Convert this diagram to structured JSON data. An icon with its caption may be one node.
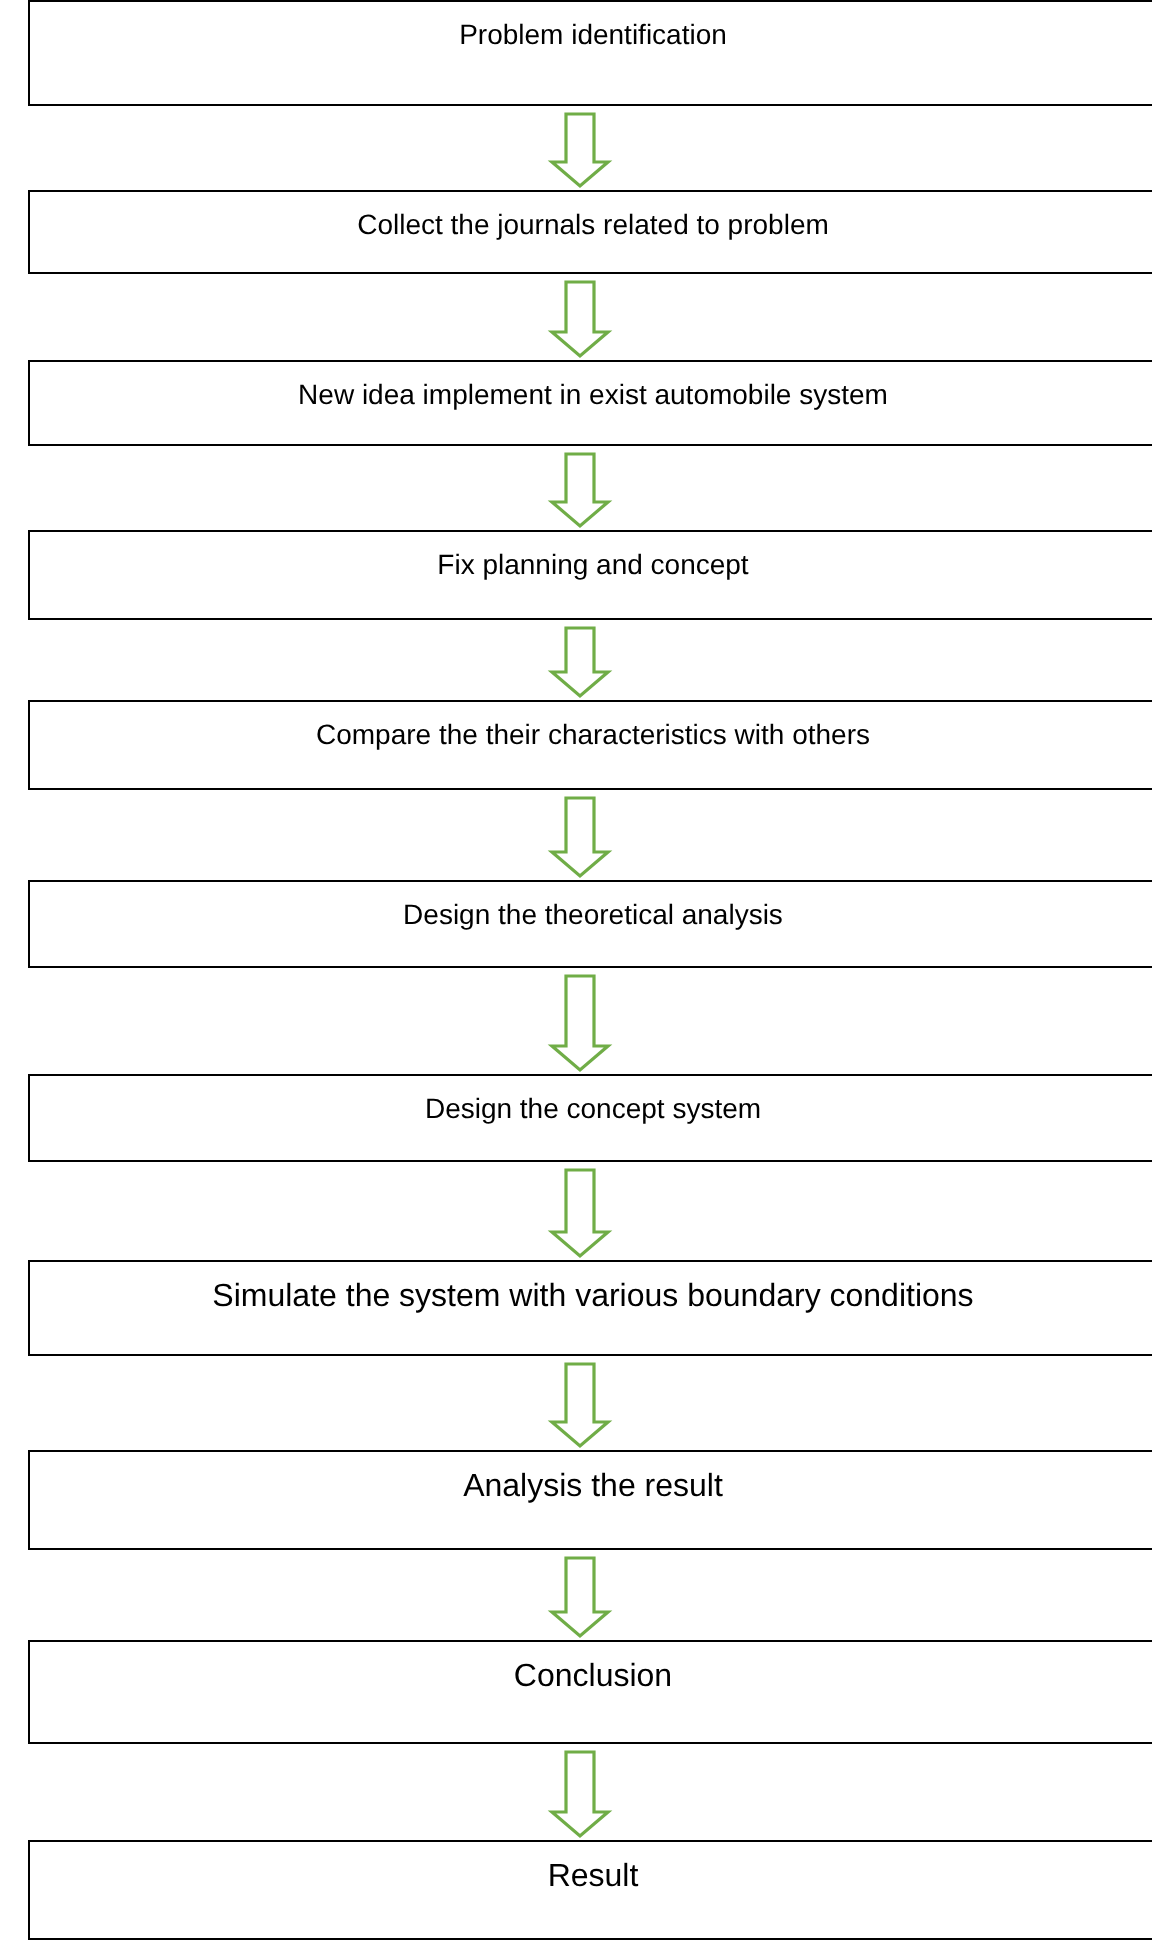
{
  "diagram": {
    "nodes": [
      {
        "text": [
          "Problem identification"
        ]
      },
      {
        "text": [
          "Collect the journals related to problem"
        ]
      },
      {
        "text": [
          "New idea implement in exist automobile system"
        ]
      },
      {
        "text": [
          "Fix planning and concept"
        ]
      },
      {
        "text": [
          "Compare the their characteristics with others"
        ]
      },
      {
        "text": [
          "Design the theoretical analysis"
        ]
      },
      {
        "text": [
          "Design the concept system"
        ]
      },
      {
        "text": [
          "Simulate the system with various boundary conditions"
        ]
      },
      {
        "text": [
          "Analysis the result"
        ]
      },
      {
        "text": [
          "Conclusion"
        ]
      },
      {
        "text": [
          "Result"
        ]
      }
    ],
    "edges": [
      {
        "from": 0,
        "to": 1,
        "arrow": "to"
      },
      {
        "from": 1,
        "to": 2,
        "arrow": "to"
      },
      {
        "from": 2,
        "to": 3,
        "arrow": "to"
      },
      {
        "from": 3,
        "to": 4,
        "arrow": "to"
      },
      {
        "from": 4,
        "to": 5,
        "arrow": "to"
      },
      {
        "from": 5,
        "to": 6,
        "arrow": "to"
      },
      {
        "from": 6,
        "to": 7,
        "arrow": "to"
      },
      {
        "from": 7,
        "to": 8,
        "arrow": "to"
      },
      {
        "from": 8,
        "to": 9,
        "arrow": "to"
      },
      {
        "from": 9,
        "to": 10,
        "arrow": "to"
      }
    ]
  }
}
